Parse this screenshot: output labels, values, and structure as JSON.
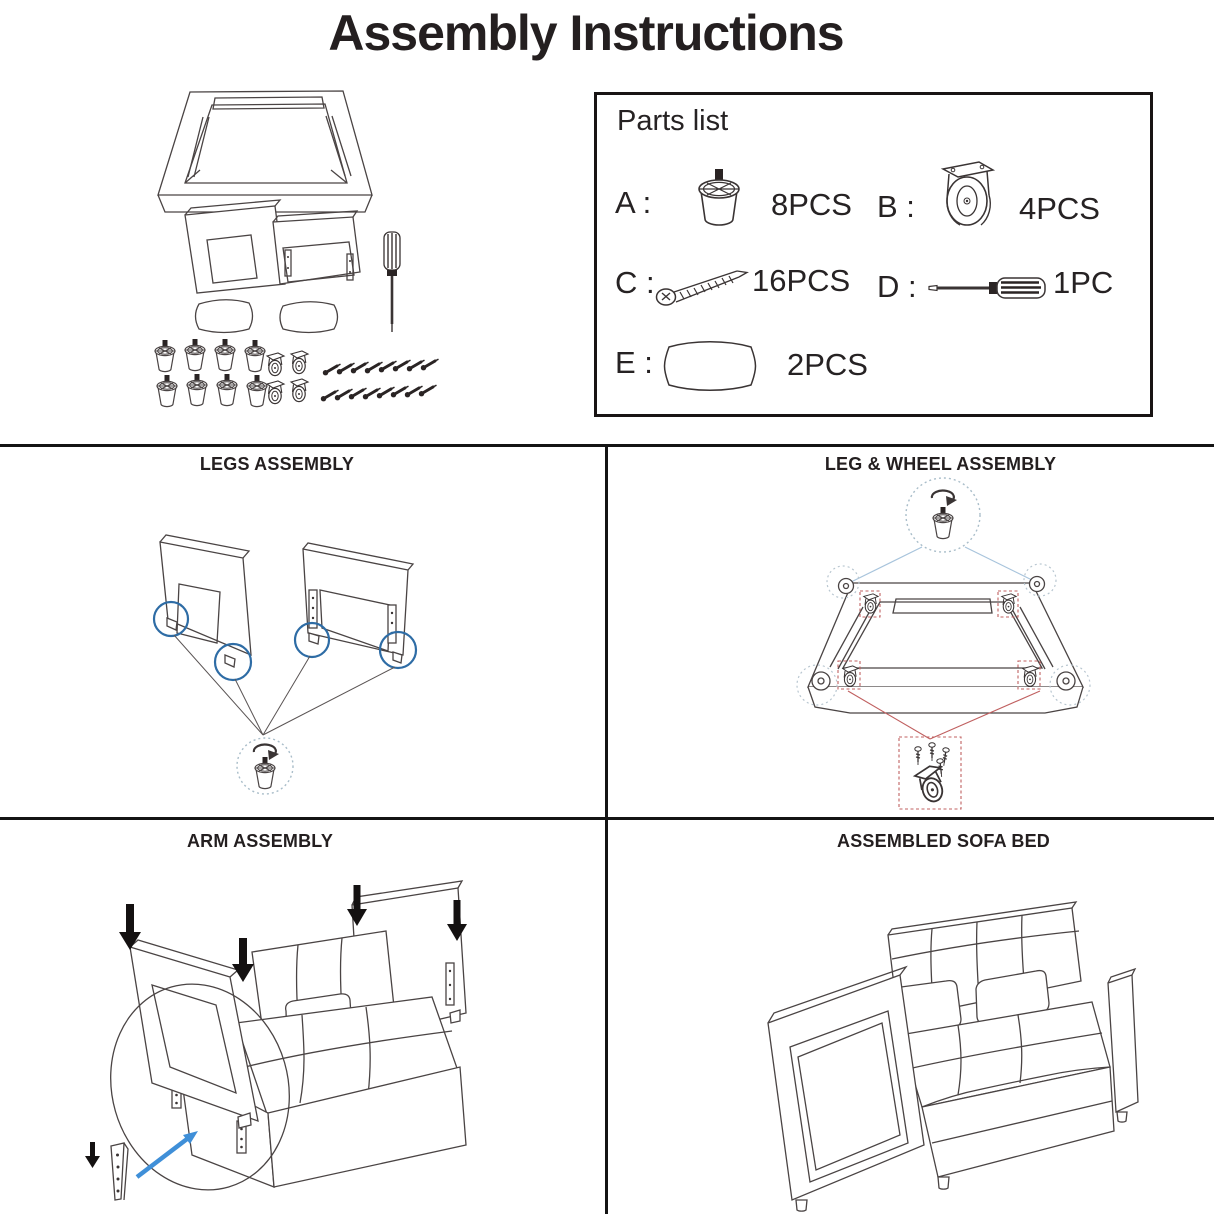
{
  "title": "Assembly Instructions",
  "parts_list": {
    "title": "Parts list",
    "items": [
      {
        "id": "A",
        "label": "A :",
        "icon": "leg-icon",
        "qty": "8PCS"
      },
      {
        "id": "B",
        "label": "B :",
        "icon": "caster-wheel-icon",
        "qty": "4PCS"
      },
      {
        "id": "C",
        "label": "C :",
        "icon": "screw-icon",
        "qty": "16PCS"
      },
      {
        "id": "D",
        "label": "D :",
        "icon": "screwdriver-icon",
        "qty": "1PC"
      },
      {
        "id": "E",
        "label": "E :",
        "icon": "cushion-icon",
        "qty": "2PCS"
      }
    ]
  },
  "sections": {
    "legs_assembly": {
      "title": "LEGS ASSEMBLY"
    },
    "leg_wheel_assembly": {
      "title": "LEG & WHEEL ASSEMBLY"
    },
    "arm_assembly": {
      "title": "ARM ASSEMBLY"
    },
    "assembled_sofa_bed": {
      "title": "ASSEMBLED SOFA BED"
    }
  },
  "colors": {
    "line": "#4a4444",
    "text": "#262223",
    "divider": "#141414",
    "highlight_blue": "#2e6ca5",
    "arrow_blue": "#3f8fd8",
    "guide_blue": "#a8c4dc",
    "highlight_red": "#c06060",
    "dotted_gray": "#a9bdc9",
    "dark_fill": "#2a2424"
  }
}
